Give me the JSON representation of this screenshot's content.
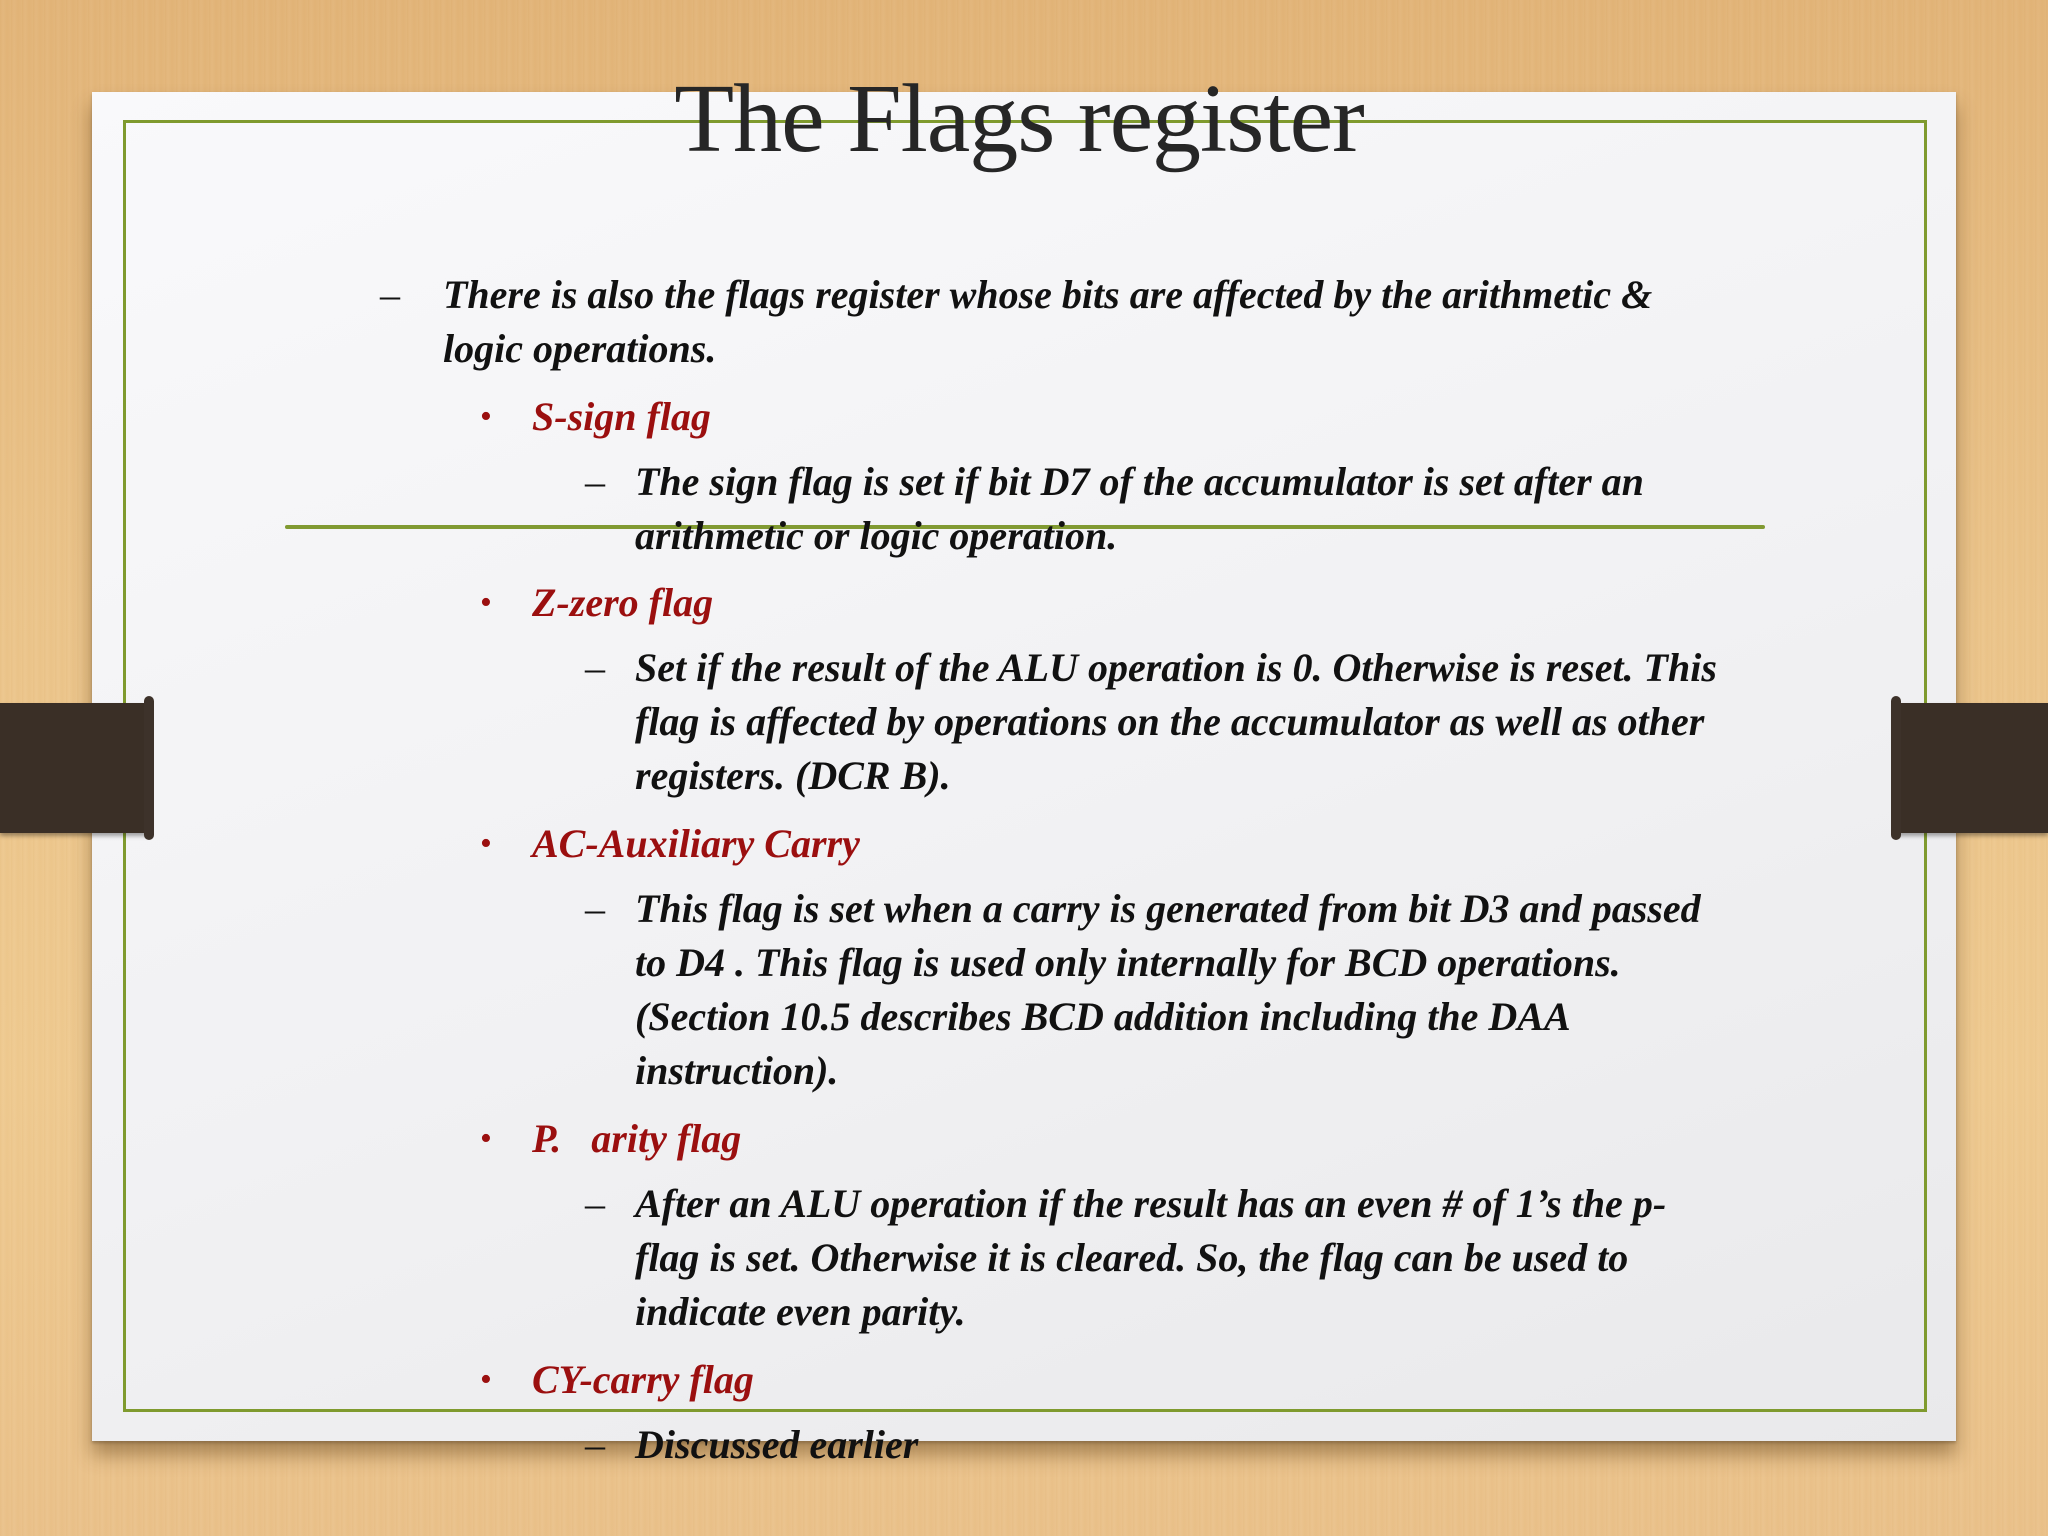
{
  "slide": {
    "title": "The Flags register",
    "colors": {
      "background": "#e8bf86",
      "paper": "#f3f3f5",
      "frame_green": "#7f9a2e",
      "heading_red": "#9b0f0f",
      "text": "#111111",
      "clip": "#3a2f26"
    },
    "intro": {
      "marker": "–",
      "lines": [
        "There is also the flags register whose bits are affected by the arithmetic &",
        "logic operations."
      ]
    },
    "flags": [
      {
        "marker": "•",
        "name": "S-sign flag",
        "desc_marker": "–",
        "desc_lines": [
          "The sign flag is set if bit D7 of the accumulator is set after an",
          "arithmetic or logic operation."
        ]
      },
      {
        "marker": "•",
        "name": "Z-zero flag",
        "desc_marker": "–",
        "desc_lines": [
          "Set if the result of the ALU operation is 0. Otherwise is reset. This",
          "flag is affected by operations on the accumulator as well as other",
          "registers. (DCR B)."
        ]
      },
      {
        "marker": "•",
        "name": "AC-Auxiliary Carry",
        "desc_marker": "–",
        "desc_lines": [
          "This flag is set when a carry is generated from bit D3 and passed",
          "to D4 . This flag is used only internally for BCD operations.",
          "(Section 10.5 describes BCD addition including the DAA",
          "instruction)."
        ]
      },
      {
        "marker": "•",
        "name": "P.   arity flag",
        "desc_marker": "–",
        "desc_lines": [
          "After an ALU operation if the result has an even # of 1’s the p-",
          "flag is set. Otherwise it is cleared. So, the flag can be used to",
          "indicate even parity."
        ]
      },
      {
        "marker": "•",
        "name": "CY-carry flag",
        "desc_marker": "–",
        "desc_lines": [
          "Discussed earlier"
        ]
      }
    ]
  }
}
